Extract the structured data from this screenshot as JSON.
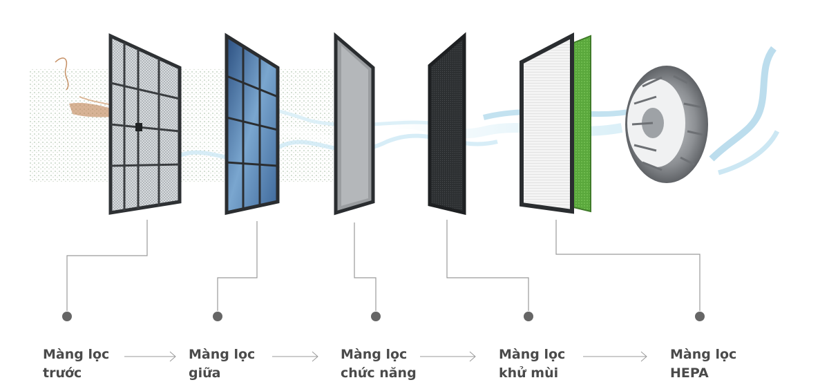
{
  "diagram": {
    "stages": [
      {
        "id": "pre",
        "line1": "Màng lọc",
        "line2": "trước"
      },
      {
        "id": "mid",
        "line1": "Màng lọc",
        "line2": "giữa"
      },
      {
        "id": "func",
        "line1": "Màng lọc",
        "line2": "chức năng"
      },
      {
        "id": "deo",
        "line1": "Màng lọc",
        "line2": "khử mùi"
      },
      {
        "id": "hepa",
        "line1": "Màng lọc",
        "line2": "HEPA"
      }
    ],
    "colors": {
      "text": "#4a4a4a",
      "connector": "#9a9a9a",
      "dot": "#666666",
      "air": "#a9d6ea",
      "dust": "#b8743f",
      "carbon_green": "#5aa83c",
      "fan_metal": "#8c8f93"
    },
    "icons": [
      "pre-filter-mesh-icon",
      "mid-filter-grid-icon",
      "functional-filter-icon",
      "carbon-filter-icon",
      "hepa-filter-icon",
      "fan-impeller-icon",
      "arrow-right-icon"
    ]
  }
}
